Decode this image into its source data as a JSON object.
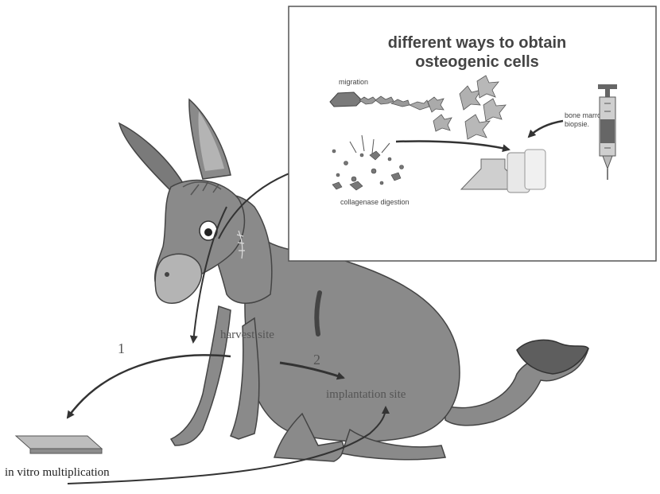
{
  "inset": {
    "title_line1": "different ways to obtain",
    "title_line2": "osteogenic cells",
    "label_migration": "migration",
    "label_bone_marrow_line1": "bone marrow",
    "label_bone_marrow_line2": "biopsie.",
    "label_collagenase": "collagenase digestion"
  },
  "main": {
    "label_harvest_site": "harvest site",
    "label_implantation_site": "implantation site",
    "label_in_vitro": "in vitro multiplication",
    "step_1": "1",
    "step_2": "2"
  },
  "colors": {
    "donkey_body": "#8a8a8a",
    "donkey_dark": "#5e5e5e",
    "muzzle": "#b4b4b4",
    "arrow": "#333333",
    "culture_plate": "#bdbdbd"
  }
}
